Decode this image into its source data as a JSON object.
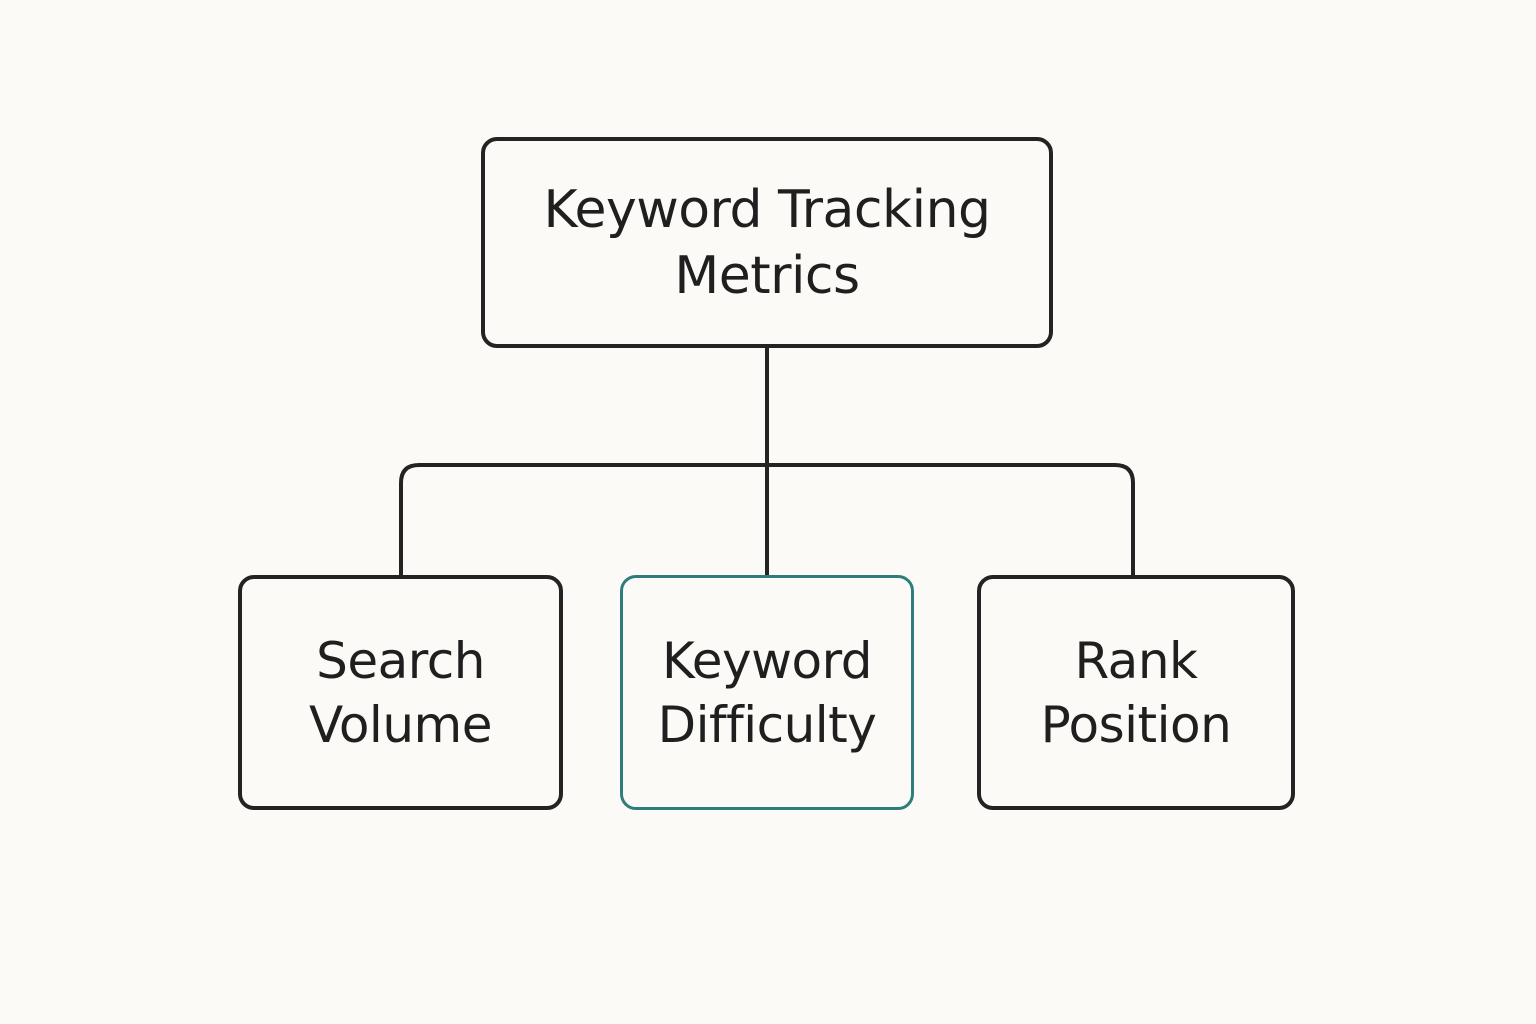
{
  "diagram": {
    "root": {
      "label": "Keyword Tracking\nMetrics"
    },
    "children": [
      {
        "label": "Search\nVolume",
        "highlighted": false
      },
      {
        "label": "Keyword\nDifficulty",
        "highlighted": true
      },
      {
        "label": "Rank\nPosition",
        "highlighted": false
      }
    ]
  },
  "colors": {
    "background": "#fbfaf6",
    "stroke": "#232323",
    "text": "#1f1f1f",
    "highlight": "#2f7d7b"
  }
}
